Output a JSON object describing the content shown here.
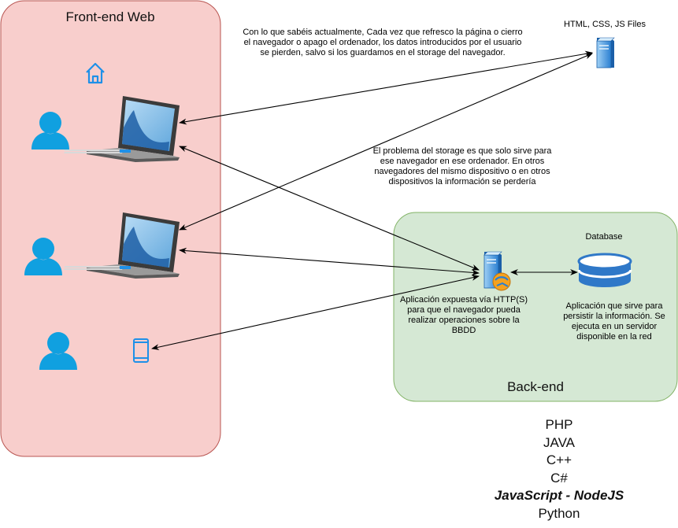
{
  "front_end": {
    "title": "Front-end Web"
  },
  "back_end": {
    "title": "Back-end"
  },
  "server_files": {
    "label": "HTML, CSS, JS Files"
  },
  "database": {
    "label": "Database"
  },
  "notes": {
    "storage_reset": "Con lo que sabéis actualmente, Cada vez que refresco la página o cierro el navegador o apago el ordenador, los datos introducidos por el usuario se pierden, salvo si los guardamos en el storage del navegador.",
    "storage_problem": "El problema del storage es que solo sirve para ese navegador en ese ordenador. En otros navegadores del mismo dispositivo o en otros dispositivos la información se perdería",
    "app_server": "Aplicación expuesta vía HTTP(S) para que el navegador pueda realizar operaciones sobre la BBDD",
    "db_app": "Aplicación que sirve para persistir la información. Se ejecuta en un servidor disponible en la red"
  },
  "languages": [
    "PHP",
    "JAVA",
    "C++",
    "C#",
    "JavaScript - NodeJS",
    "Python"
  ],
  "colors": {
    "front_fill": "#f8cecc",
    "front_stroke": "#b85450",
    "back_fill": "#d5e8d4",
    "back_stroke": "#82b366",
    "icon_blue": "#1e90e8",
    "user_blue": "#10a0e0"
  },
  "icons": [
    "home-icon",
    "user-icon",
    "laptop-icon",
    "smartphone-icon",
    "server-icon",
    "web-server-icon",
    "database-icon"
  ]
}
